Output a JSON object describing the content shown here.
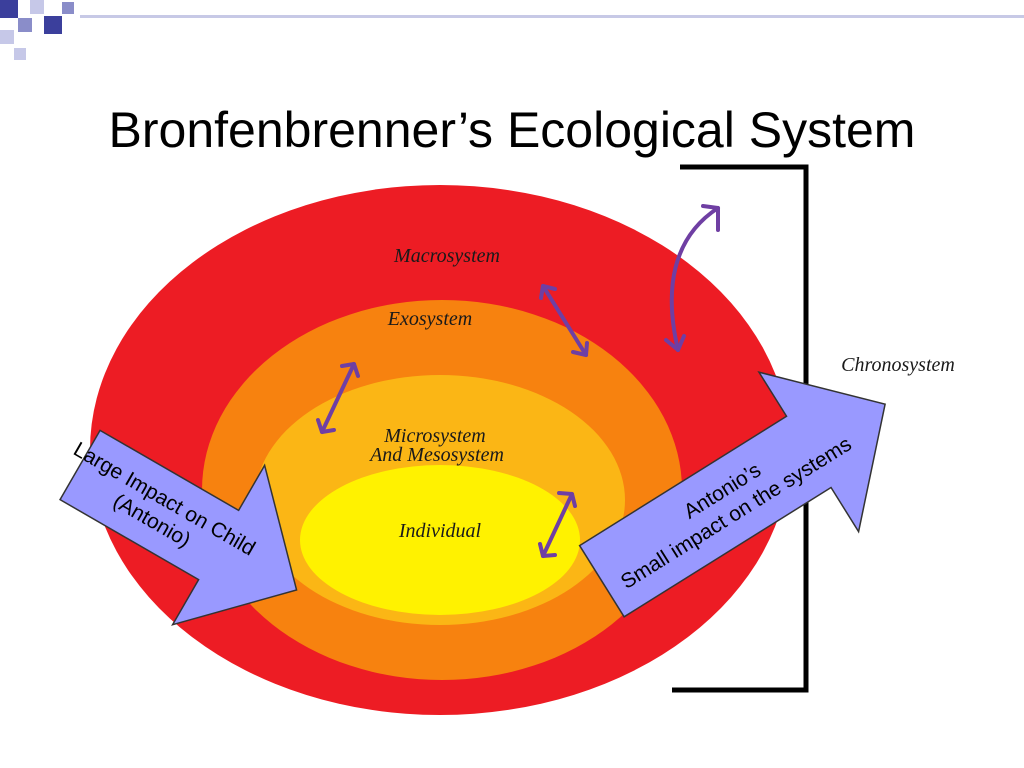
{
  "slide": {
    "title": "Bronfenbrenner’s Ecological System"
  },
  "diagram": {
    "layers": [
      {
        "name": "Macrosystem",
        "color": "#ed1c24"
      },
      {
        "name": "Exosystem",
        "color": "#f7820f"
      },
      {
        "name": "Microsystem",
        "color": "#fbb615"
      },
      {
        "name": "Individual",
        "color": "#fff200"
      }
    ],
    "micro_sub_label": "And Mesosystem",
    "chronosystem_label": "Chronosystem",
    "left_arrow": {
      "line1": "Large Impact on Child",
      "line2": "(Antonio)",
      "color": "#9999ff"
    },
    "right_arrow": {
      "line1": "Antonio’s",
      "line2": "Small impact on the systems",
      "color": "#9999ff"
    },
    "connector_color": "#6f3fa3"
  }
}
